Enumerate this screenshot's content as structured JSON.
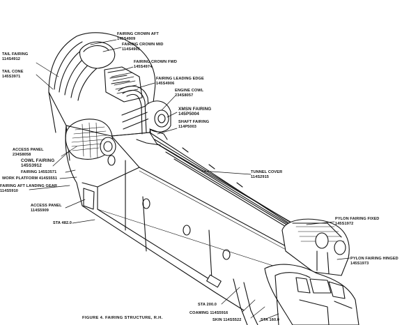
{
  "caption": "FIGURE 4.   FAIRING STRUCTURE, R.H.",
  "labels": {
    "fairing_crown_aft": {
      "title": "FAIRING CROWN AFT",
      "part": "145S4909"
    },
    "fairing_crown_mid": {
      "title": "FAIRING CROWN MID",
      "part": "114S4905"
    },
    "fairing_crown_fwd": {
      "title": "FAIRING CROWN FWD",
      "part": "145S4974"
    },
    "tail_fairing": {
      "title": "TAIL FAIRING",
      "part": "114S4912"
    },
    "tail_cone": {
      "title": "TAIL CONE",
      "part": "145S3971"
    },
    "fairing_leading_edge": {
      "title": "FAIRING LEADING EDGE",
      "part": "145S4906"
    },
    "engine_cowl": {
      "title": "ENGINE COWL",
      "part": "234S8057"
    },
    "xmsn_fairing": {
      "title": "XMSN FAIRING",
      "part": "145P5004"
    },
    "shaft_fairing": {
      "title": "SHAFT FAIRING",
      "part": "114P5003"
    },
    "access_panel_upper": {
      "title": "ACCESS PANEL",
      "part": "234S8058"
    },
    "cowl_fairing": {
      "title": "COWL FAIRING",
      "part": "145S3912"
    },
    "fairing_145s3571": {
      "title": "FAIRING 145S3571",
      "part": ""
    },
    "work_platform": {
      "title": "WORK PLATFORM 414S5551",
      "part": ""
    },
    "fairing_aft_landing_gear": {
      "title": "FAIRING AFT LANDING GEAR",
      "part": "114S5910"
    },
    "access_panel_lower": {
      "title": "ACCESS PANEL",
      "part": "114S5909"
    },
    "sta_482": {
      "title": "STA 482.0",
      "part": ""
    },
    "tunnel_cover": {
      "title": "TUNNEL COVER",
      "part": "114S2915"
    },
    "pylon_fairing_fixed": {
      "title": "PYLON FAIRING FIXED",
      "part": "145S1972"
    },
    "pylon_fairing_hinged": {
      "title": "PYLON FAIRING HINGED",
      "part": "145S1973"
    },
    "sta_200": {
      "title": "STA 200.0",
      "part": ""
    },
    "coaming": {
      "title": "COAMING 114S5916",
      "part": ""
    },
    "skin": {
      "title": "SKIN 114S5522",
      "part": ""
    },
    "sta_160": {
      "title": "STA 160.0",
      "part": ""
    }
  },
  "colors": {
    "ink": "#111111",
    "paper": "#ffffff"
  }
}
